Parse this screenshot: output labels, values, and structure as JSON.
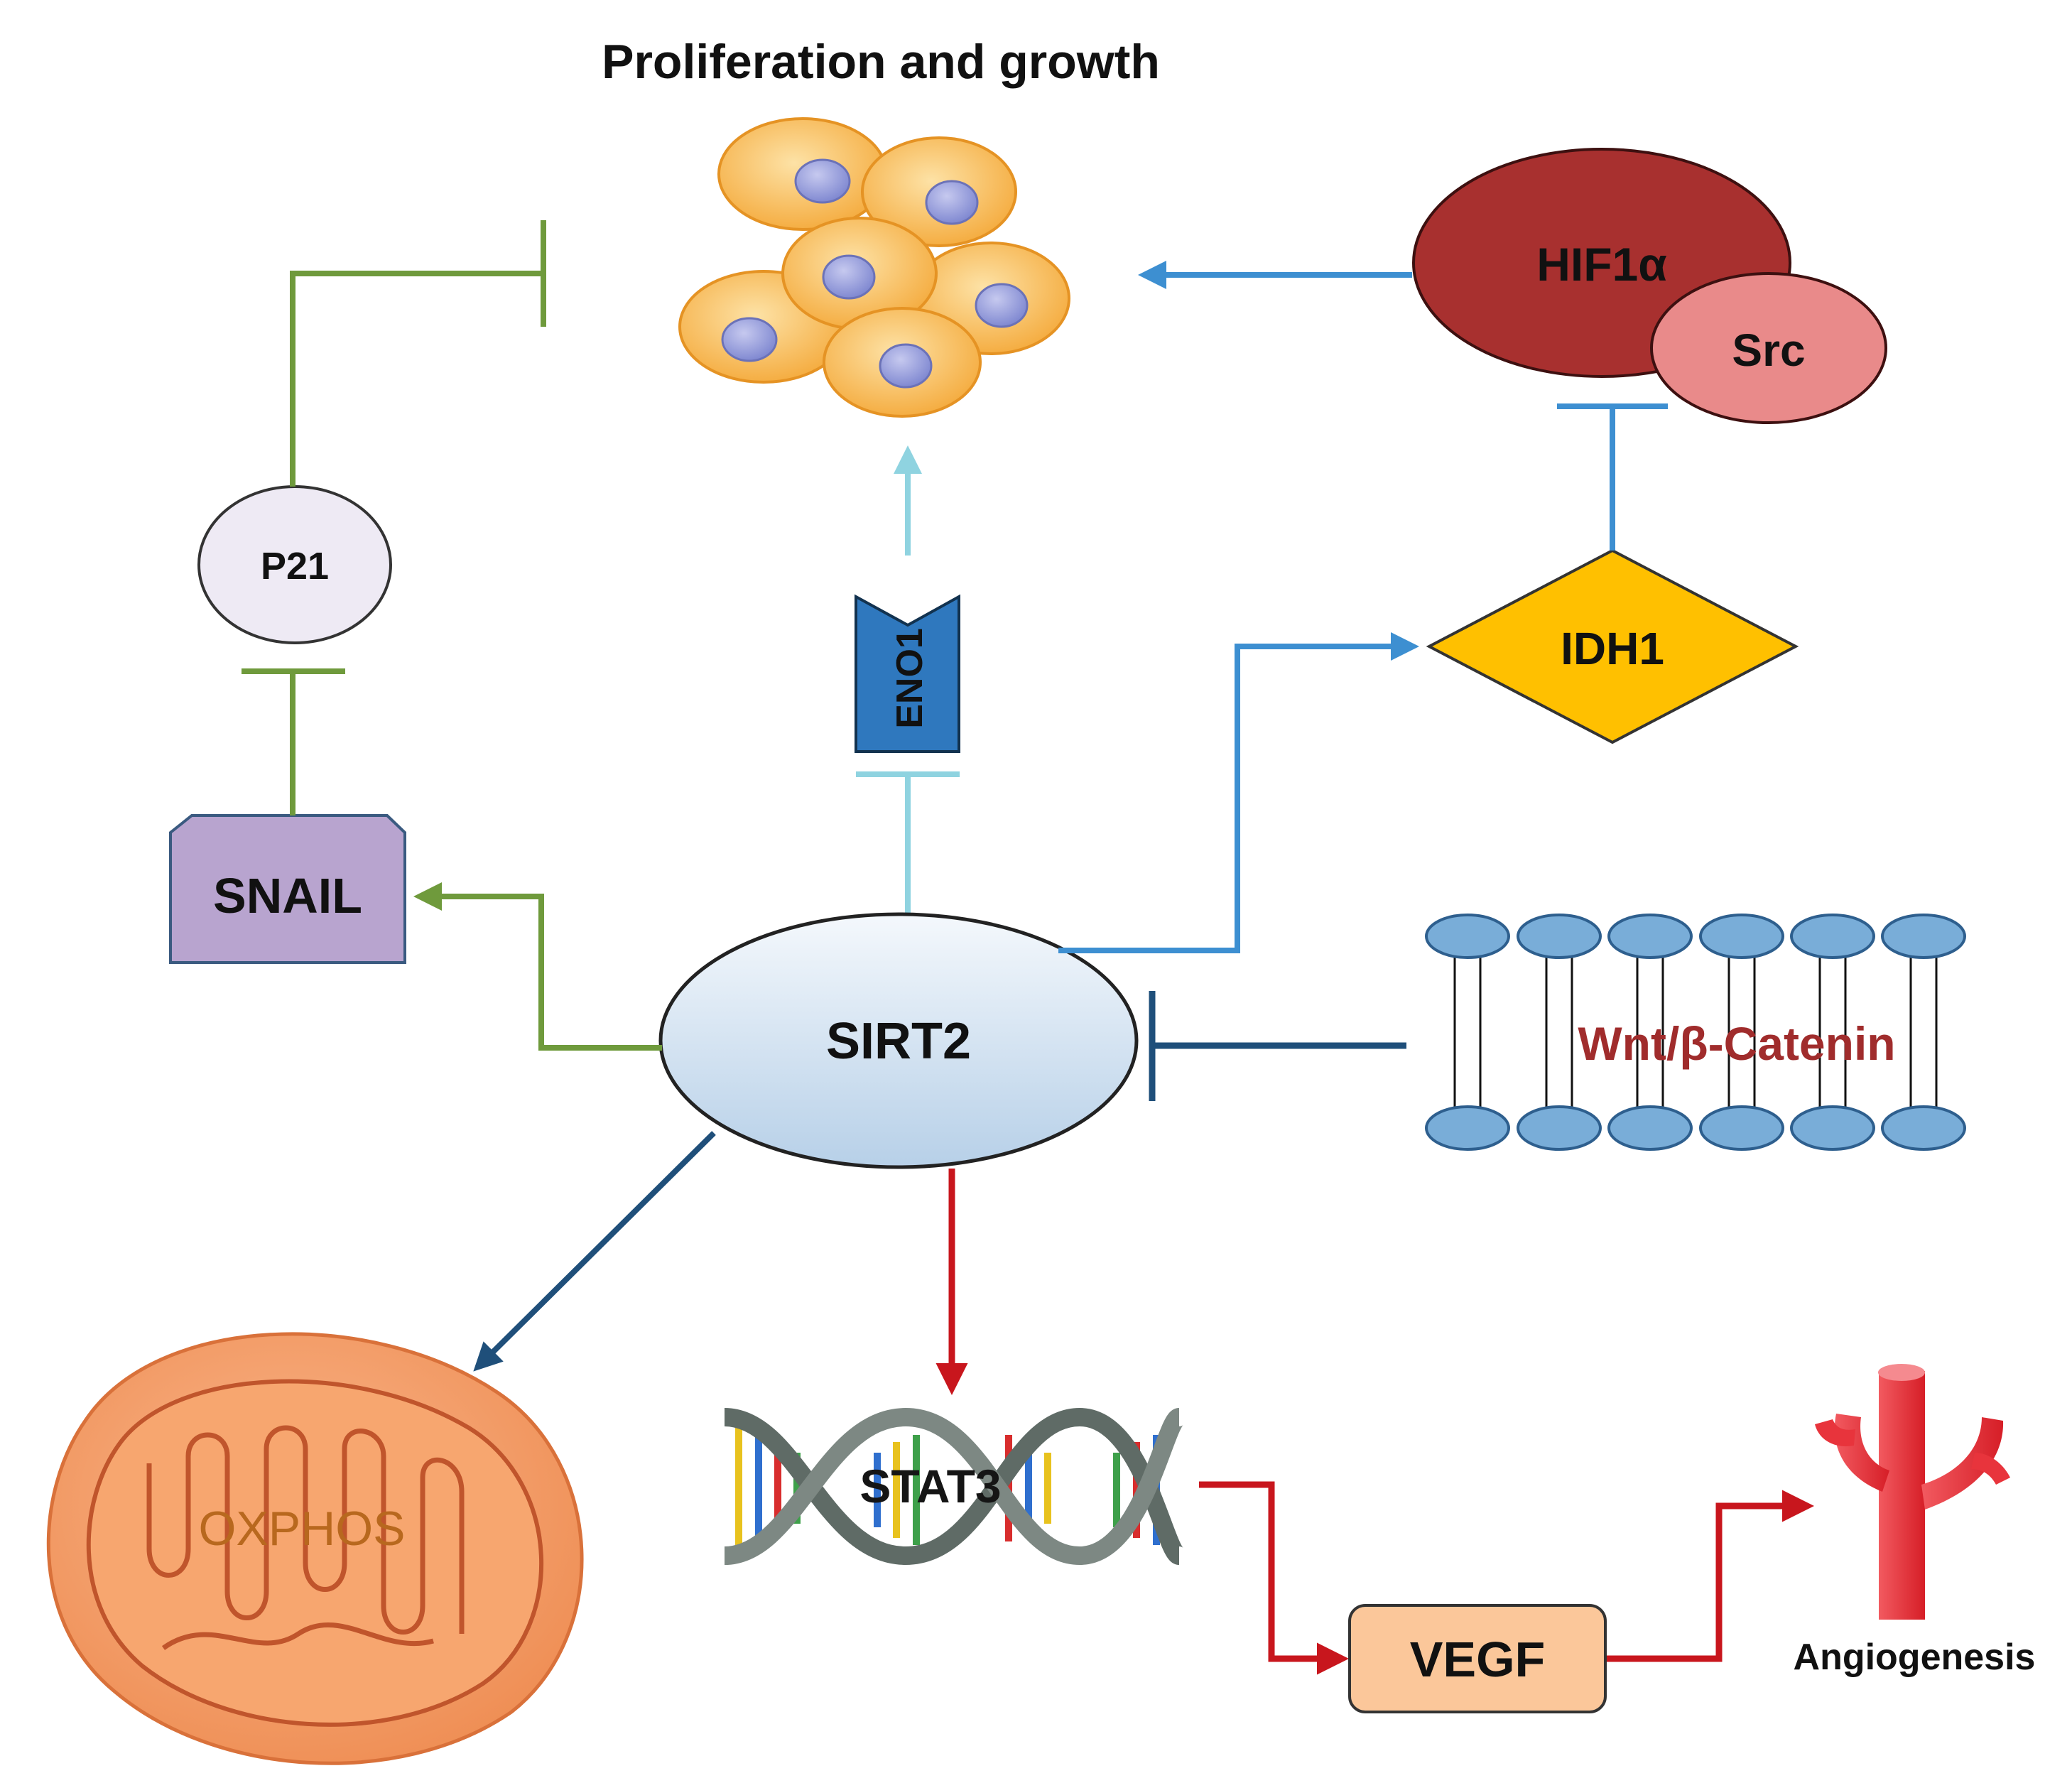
{
  "title": "Proliferation and growth",
  "nodes": {
    "sirt2": "SIRT2",
    "snail": "SNAIL",
    "p21": "P21",
    "eno1": "ENO1",
    "hif1a": "HIF1α",
    "src": "Src",
    "idh1": "IDH1",
    "wnt": "Wnt/β-Catenin",
    "stat3": "STAT3",
    "vegf": "VEGF",
    "oxphos": "OXPHOS",
    "angiogenesis": "Angiogenesis"
  },
  "colors": {
    "green": "#6f9a3c",
    "light_blue": "#8fd3e0",
    "mid_blue": "#3d8fd1",
    "dark_blue": "#1f4f7a",
    "red": "#c8161d",
    "hif1a_fill": "#a8302f",
    "src_fill": "#e98a8a",
    "idh1_fill": "#ffc000",
    "snail_fill": "#b8a4cf",
    "p21_fill": "#eeeaf4",
    "eno1_fill": "#2f78be",
    "vegf_fill": "#fbc79a",
    "cell_fill": "#f8b547",
    "nucleus_fill": "#8e95d6",
    "mito_fill": "#f5a06b",
    "membrane_fill": "#79add8",
    "vessel_fill": "#e8343c"
  },
  "icons": [
    "cell-cluster-icon",
    "mitochondrion-icon",
    "dna-helix-icon",
    "cell-membrane-icon",
    "blood-vessel-icon"
  ]
}
